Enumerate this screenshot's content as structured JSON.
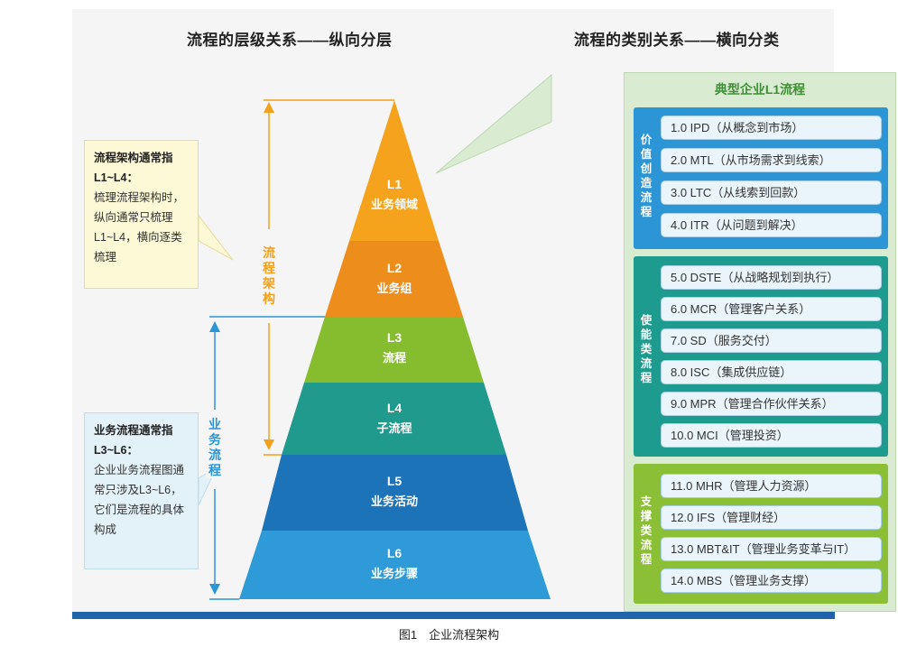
{
  "left_title": "流程的层级关系——纵向分层",
  "right_title": "流程的类别关系——横向分类",
  "levels": [
    {
      "code": "L1",
      "name": "业务领域",
      "color": "#f5a21c"
    },
    {
      "code": "L2",
      "name": "业务组",
      "color": "#ed8d1c"
    },
    {
      "code": "L3",
      "name": "流程",
      "color": "#86bd2e"
    },
    {
      "code": "L4",
      "name": "子流程",
      "color": "#1f9a8d"
    },
    {
      "code": "L5",
      "name": "业务活动",
      "color": "#1c73b8"
    },
    {
      "code": "L6",
      "name": "业务步骤",
      "color": "#2f9ad8"
    }
  ],
  "vertical_labels": {
    "process_architecture": "流程架构",
    "business_process": "业务流程"
  },
  "notes": [
    {
      "title": "流程架构通常指L1~L4：",
      "body": "梳理流程架构时，纵向通常只梳理L1~L4，横向逐类梳理"
    },
    {
      "title": "业务流程通常指L3~L6：",
      "body": "企业业务流程图通常只涉及L3~L6，它们是流程的具体构成"
    }
  ],
  "panel_title": "典型企业L1流程",
  "groups": [
    {
      "label": "价值创造流程",
      "color": "#2b95d5",
      "items": [
        "1.0 IPD（从概念到市场）",
        "2.0 MTL（从市场需求到线索）",
        "3.0 LTC（从线索到回款）",
        "4.0 ITR（从问题到解决）"
      ]
    },
    {
      "label": "使能类流程",
      "color": "#1d9b8e",
      "items": [
        "5.0 DSTE（从战略规划到执行）",
        "6.0 MCR（管理客户关系）",
        "7.0 SD（服务交付）",
        "8.0 ISC（集成供应链）",
        "9.0 MPR（管理合作伙伴关系）",
        "10.0 MCI（管理投资）"
      ]
    },
    {
      "label": "支撑类流程",
      "color": "#8bbf35",
      "items": [
        "11.0 MHR（管理人力资源）",
        "12.0 IFS（管理财经）",
        "13.0 MBT&IT（管理业务变革与IT）",
        "14.0 MBS（管理业务支撑）"
      ]
    }
  ],
  "caption": "图1　企业流程架构",
  "colors": {
    "bottom_bar": "#1f64ab",
    "arrow_orange": "#f3a01a",
    "arrow_blue": "#2b95d5"
  }
}
